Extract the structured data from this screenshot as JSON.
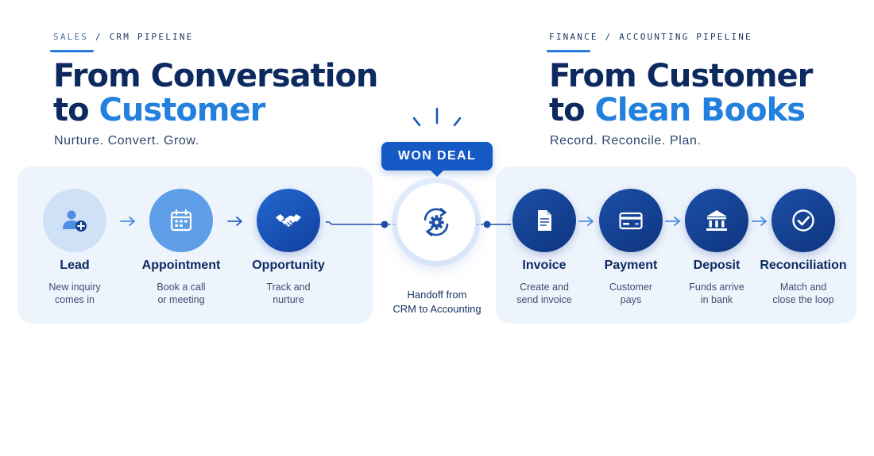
{
  "sales": {
    "eyebrow_prefix": "SALES",
    "eyebrow_sep": "/",
    "eyebrow_main": "CRM PIPELINE",
    "headline_line1": "From Conversation",
    "headline_to": "to",
    "headline_accent": "Customer",
    "tagline": "Nurture. Convert. Grow.",
    "steps": [
      {
        "title": "Lead",
        "desc_line1": "New inquiry",
        "desc_line2": "comes in",
        "icon": "add-user-icon"
      },
      {
        "title": "Appointment",
        "desc_line1": "Book a call",
        "desc_line2": "or meeting",
        "icon": "calendar-icon"
      },
      {
        "title": "Opportunity",
        "desc_line1": "Track and",
        "desc_line2": "nurture",
        "icon": "handshake-icon"
      }
    ]
  },
  "finance": {
    "eyebrow_prefix": "FINANCE",
    "eyebrow_sep": "/",
    "eyebrow_main": "ACCOUNTING PIPELINE",
    "headline_line1": "From Customer",
    "headline_to": "to",
    "headline_accent": "Clean Books",
    "tagline": "Record. Reconcile. Plan.",
    "steps": [
      {
        "title": "Invoice",
        "desc_line1": "Create and",
        "desc_line2": "send invoice",
        "icon": "document-icon"
      },
      {
        "title": "Payment",
        "desc_line1": "Customer",
        "desc_line2": "pays",
        "icon": "credit-card-icon"
      },
      {
        "title": "Deposit",
        "desc_line1": "Funds arrive",
        "desc_line2": "in bank",
        "icon": "bank-icon"
      },
      {
        "title": "Reconciliation",
        "desc_line1": "Match and",
        "desc_line2": "close the loop",
        "icon": "checkmark-icon"
      }
    ]
  },
  "handoff": {
    "badge": "WON DEAL",
    "caption_line1": "Handoff from",
    "caption_line2": "CRM to Accounting",
    "icon": "sync-gear-icon"
  },
  "colors": {
    "navy": "#0d2a60",
    "accent": "#2280de",
    "panel": "#eef4fc",
    "badge": "#1459c4"
  }
}
